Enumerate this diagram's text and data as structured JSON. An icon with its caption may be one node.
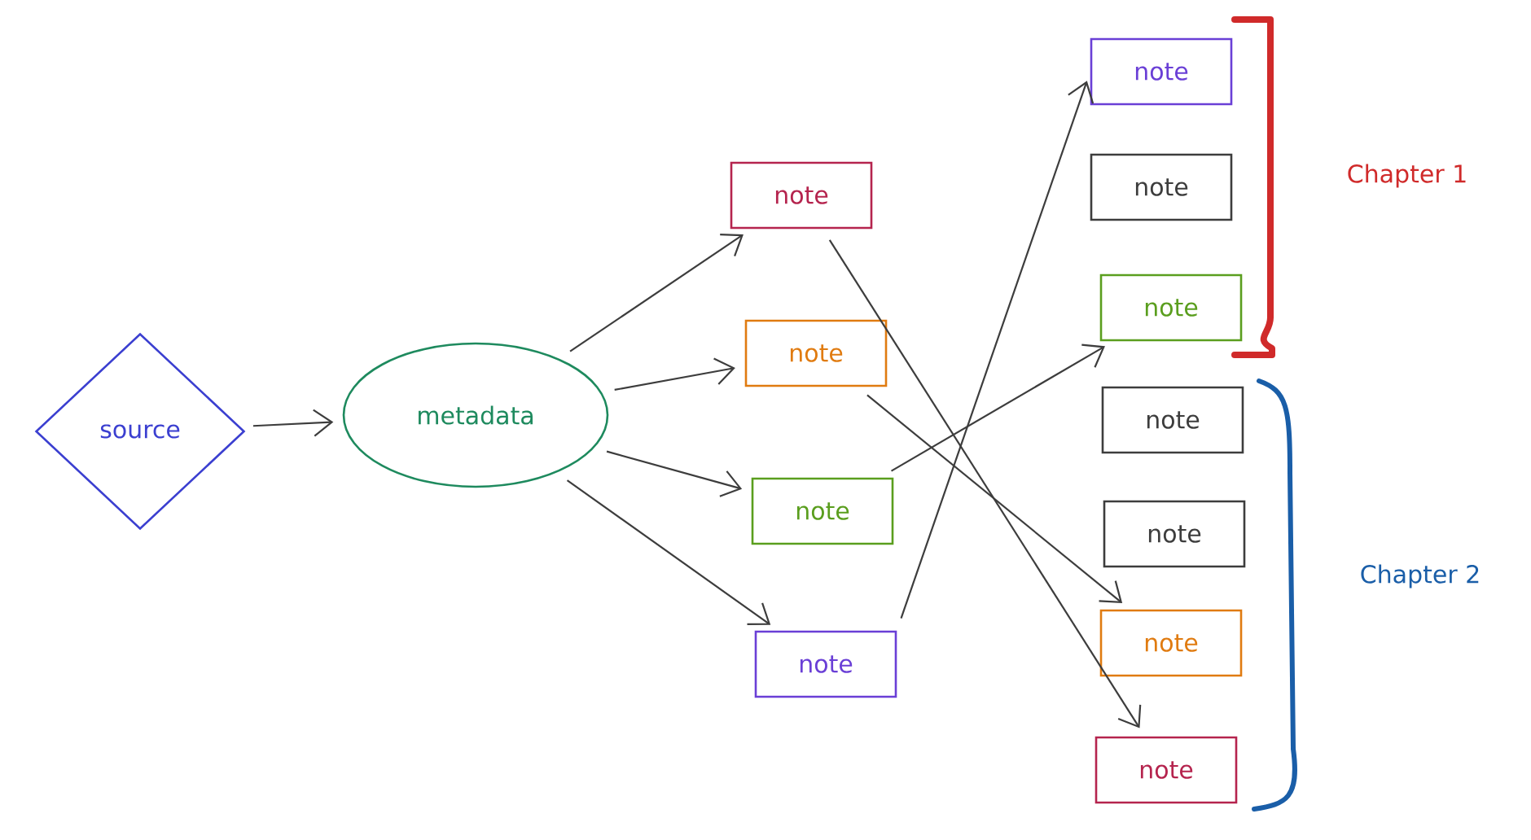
{
  "diagram": {
    "nodes": [
      {
        "text": [
          "source"
        ]
      },
      {
        "text": [
          "metadata"
        ]
      },
      {
        "text": [
          "note"
        ]
      },
      {
        "text": [
          "note"
        ]
      },
      {
        "text": [
          "note"
        ]
      },
      {
        "text": [
          "note"
        ]
      },
      {
        "text": [
          "note"
        ]
      },
      {
        "text": [
          "note"
        ]
      },
      {
        "text": [
          "note"
        ]
      },
      {
        "text": [
          "note"
        ]
      },
      {
        "text": [
          "note"
        ]
      },
      {
        "text": [
          "note"
        ]
      },
      {
        "text": [
          "note"
        ]
      }
    ],
    "edges": [
      {
        "from": 0,
        "to": 1,
        "arrow": "to"
      },
      {
        "from": 1,
        "to": 2,
        "arrow": "to"
      },
      {
        "from": 1,
        "to": 3,
        "arrow": "to"
      },
      {
        "from": 1,
        "to": 4,
        "arrow": "to"
      },
      {
        "from": 1,
        "to": 5,
        "arrow": "to"
      },
      {
        "from": 2,
        "to": 12,
        "arrow": "to"
      },
      {
        "from": 3,
        "to": 11,
        "arrow": "to"
      },
      {
        "from": 4,
        "to": 8,
        "arrow": "to"
      },
      {
        "from": 5,
        "to": 6,
        "arrow": "to"
      }
    ],
    "labels": [
      "Chapter 1",
      "Chapter 2"
    ]
  }
}
